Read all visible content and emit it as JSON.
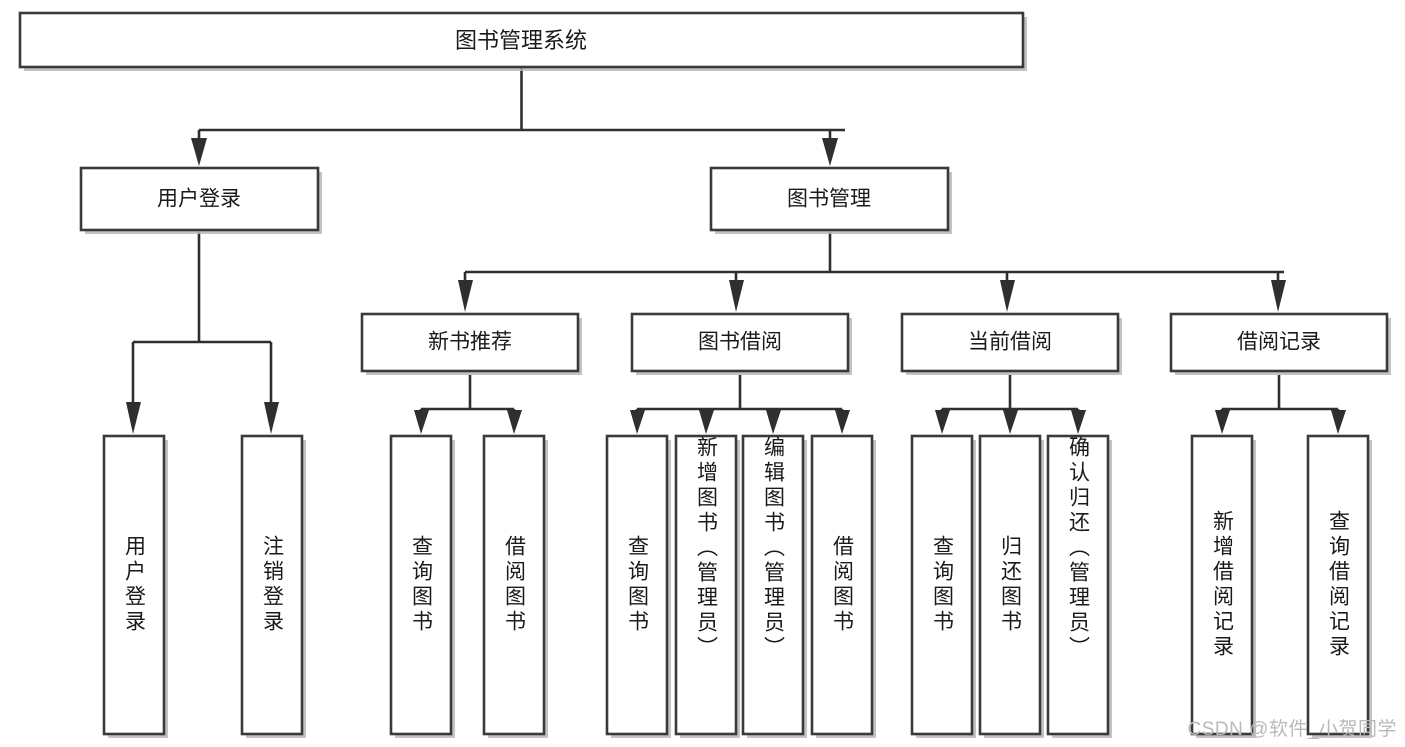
{
  "diagram": {
    "type": "tree-hierarchy",
    "title": "图书管理系统",
    "watermark": "CSDN @软件_小贺同学",
    "colors": {
      "background": "#ffffff",
      "box_stroke": "#3a3a3a",
      "connector": "#2f2f2f",
      "text": "#1a1a1a",
      "shadow": "#b8b8b8",
      "watermark": "#b9b9b9"
    },
    "levels": {
      "root": {
        "label": "图书管理系统"
      },
      "level2": [
        {
          "label": "用户登录"
        },
        {
          "label": "图书管理"
        }
      ],
      "level3": [
        {
          "label": "新书推荐"
        },
        {
          "label": "图书借阅"
        },
        {
          "label": "当前借阅"
        },
        {
          "label": "借阅记录"
        }
      ]
    },
    "leaves": {
      "user_login": [
        {
          "label": "用户登录"
        },
        {
          "label": "注销登录"
        }
      ],
      "new_book_recommend": [
        {
          "label": "查询图书"
        },
        {
          "label": "借阅图书"
        }
      ],
      "book_borrow": [
        {
          "label": "查询图书"
        },
        {
          "label": "新增图书（管理员）"
        },
        {
          "label": "编辑图书（管理员）"
        },
        {
          "label": "借阅图书"
        }
      ],
      "current_borrow": [
        {
          "label": "查询图书"
        },
        {
          "label": "归还图书"
        },
        {
          "label": "确认归还（管理员）"
        }
      ],
      "borrow_records": [
        {
          "label": "新增借阅记录"
        },
        {
          "label": "查询借阅记录"
        }
      ]
    }
  }
}
